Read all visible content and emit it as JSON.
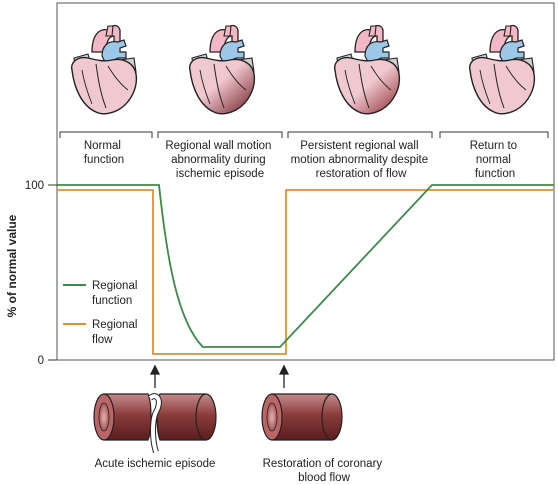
{
  "phases": [
    {
      "lines": [
        "Normal",
        "function"
      ]
    },
    {
      "lines": [
        "Regional wall motion",
        "abnormality during",
        "ischemic episode"
      ]
    },
    {
      "lines": [
        "Persistent regional wall",
        "motion abnormality despite",
        "restoration of flow"
      ]
    },
    {
      "lines": [
        "Return to",
        "normal",
        "function"
      ]
    }
  ],
  "y_axis": {
    "title": "% of normal value",
    "ticks": [
      "100",
      "0"
    ]
  },
  "legend": [
    {
      "lines": [
        "Regional",
        "function"
      ],
      "color": "#3d8a4a"
    },
    {
      "lines": [
        "Regional",
        "flow"
      ],
      "color": "#d6962f"
    }
  ],
  "captions": [
    {
      "lines": [
        "Acute ischemic episode"
      ]
    },
    {
      "lines": [
        "Restoration of coronary",
        "blood flow"
      ]
    }
  ],
  "colors": {
    "function_line": "#3d8a4a",
    "flow_line": "#d6962f",
    "heart_pink": "#f0c8d0",
    "vessel_blue": "#9cc8e8",
    "ischemic_red": "#7a1f24",
    "artery": "#8c3c3c"
  },
  "icons": [
    "heart-normal-icon",
    "heart-ischemic-icon",
    "heart-stunned-icon",
    "heart-recovered-icon",
    "occluded-artery-icon",
    "open-artery-icon"
  ]
}
